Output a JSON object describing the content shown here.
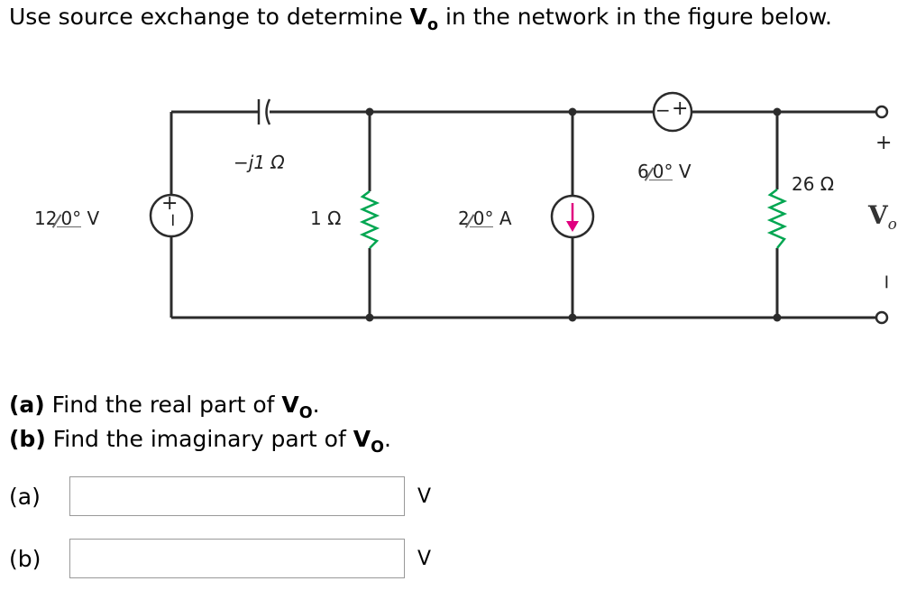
{
  "question": {
    "prefix": "Use source exchange to determine ",
    "var_main": "V",
    "var_sub": "o",
    "suffix": " in the network in the figure below."
  },
  "circuit": {
    "vs_mag": "12",
    "vs_ang": "0°",
    "vs_unit": "V",
    "cap": "−j1 Ω",
    "r1": "1 Ω",
    "is_mag": "2",
    "is_ang": "0°",
    "is_unit": "A",
    "vs2_mag": "6",
    "vs2_ang": "0°",
    "vs2_unit": "V",
    "r2": "26 Ω",
    "out_plus": "+",
    "out_minus": "−",
    "out_main": "V",
    "out_sub": "o",
    "src_plus": "+",
    "src_minus": "−"
  },
  "parts": [
    {
      "tag": "(a)",
      "text": " Find the real part of ",
      "var_main": "V",
      "var_sub": "O",
      "end": "."
    },
    {
      "tag": "(b)",
      "text": " Find the imaginary part of ",
      "var_main": "V",
      "var_sub": "O",
      "end": "."
    }
  ],
  "answers": [
    {
      "label": "(a)",
      "value": "",
      "unit": "V"
    },
    {
      "label": "(b)",
      "value": "",
      "unit": "V"
    }
  ],
  "colors": {
    "wire": "#2b2b2b",
    "arrow": "#e0007f",
    "bg": "#ffffff"
  }
}
